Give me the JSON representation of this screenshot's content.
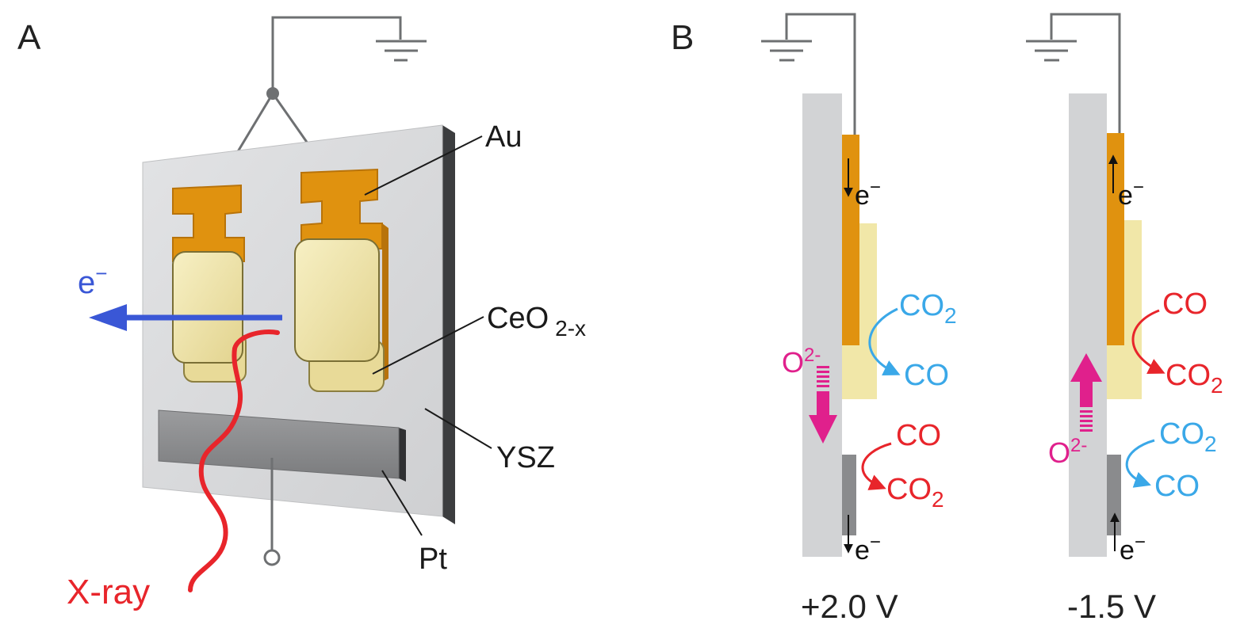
{
  "panel_a": {
    "letter": "A",
    "label_au": "Au",
    "label_ceo2": "CeO",
    "label_ceo2_sub": "2-x",
    "label_ysz": "YSZ",
    "label_pt": "Pt",
    "label_xray": "X-ray",
    "label_e": "e",
    "label_e_sup": "−"
  },
  "panel_b": {
    "letter": "B",
    "left": {
      "voltage": "+2.0 V",
      "e_top": "e",
      "e_bottom": "e",
      "e_sup": "−",
      "o_label": "O",
      "o_sup": "2-",
      "upper_from": "CO",
      "upper_from_sub": "2",
      "upper_to": "CO",
      "lower_from": "CO",
      "lower_to": "CO",
      "lower_to_sub": "2"
    },
    "right": {
      "voltage": "-1.5 V",
      "e_top": "e",
      "e_bottom": "e",
      "e_sup": "−",
      "o_label": "O",
      "o_sup": "2-",
      "upper_from": "CO",
      "upper_to": "CO",
      "upper_to_sub": "2",
      "lower_from": "CO",
      "lower_from_sub": "2",
      "lower_to": "CO"
    }
  },
  "colors": {
    "gold": "#e0920f",
    "gold_dark": "#b8730a",
    "ceo2": "#f1e7a8",
    "ysz": "#d2d3d5",
    "pt": "#8a8b8d",
    "blue": "#3a57d6",
    "red": "#e8252b",
    "cyan": "#3aa8e8",
    "magenta": "#e0208c",
    "wire": "#6e7072"
  }
}
